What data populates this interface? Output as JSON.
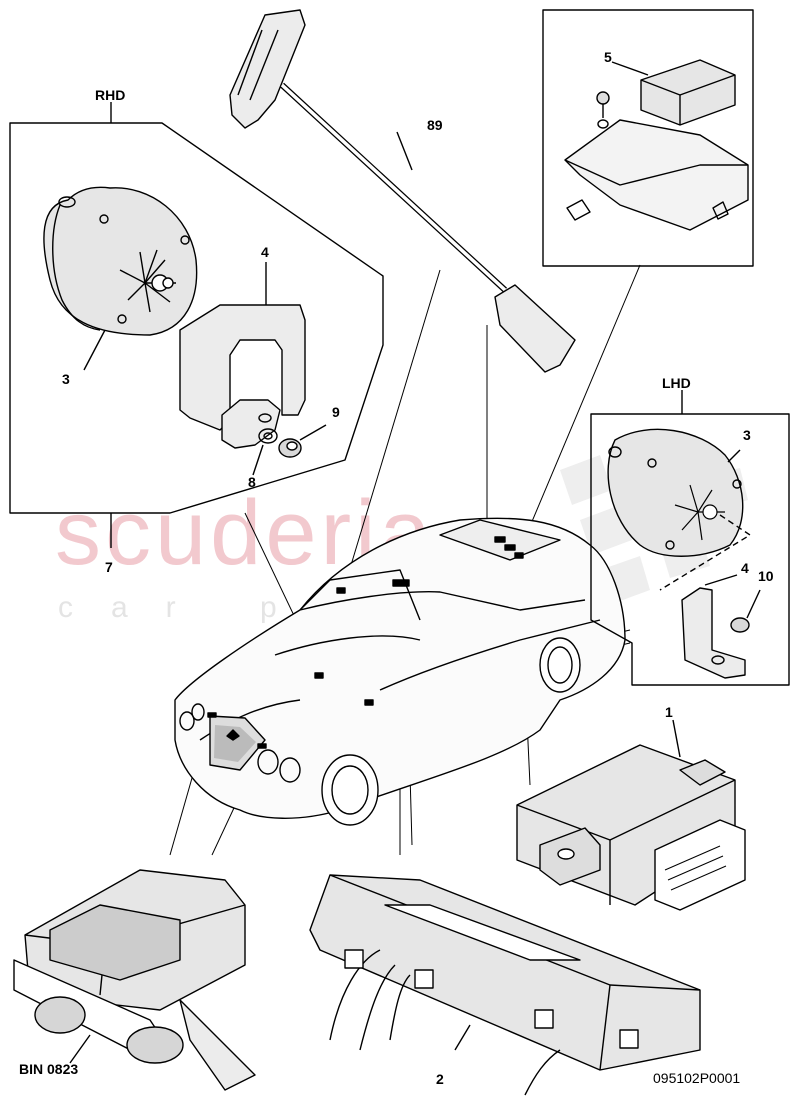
{
  "watermark": {
    "brand": "scuderia",
    "tagline": "car parts"
  },
  "callouts": {
    "rhd": "RHD",
    "lhd": "LHD",
    "p89": "89",
    "p5": "5",
    "p4_rhd": "4",
    "p3_rhd": "3",
    "p9": "9",
    "p8": "8",
    "p7": "7",
    "p3_lhd": "3",
    "p4_lhd": "4",
    "p10": "10",
    "p1": "1",
    "p2": "2"
  },
  "footer": {
    "bin_code": "BIN 0823",
    "drawing_number": "095102P0001"
  },
  "colors": {
    "line": "#000000",
    "part_fill": "#e6e6e6",
    "shade": "#bdbdbd",
    "watermark_red": "#f2c9ce",
    "watermark_gray": "#e4e4e4"
  }
}
